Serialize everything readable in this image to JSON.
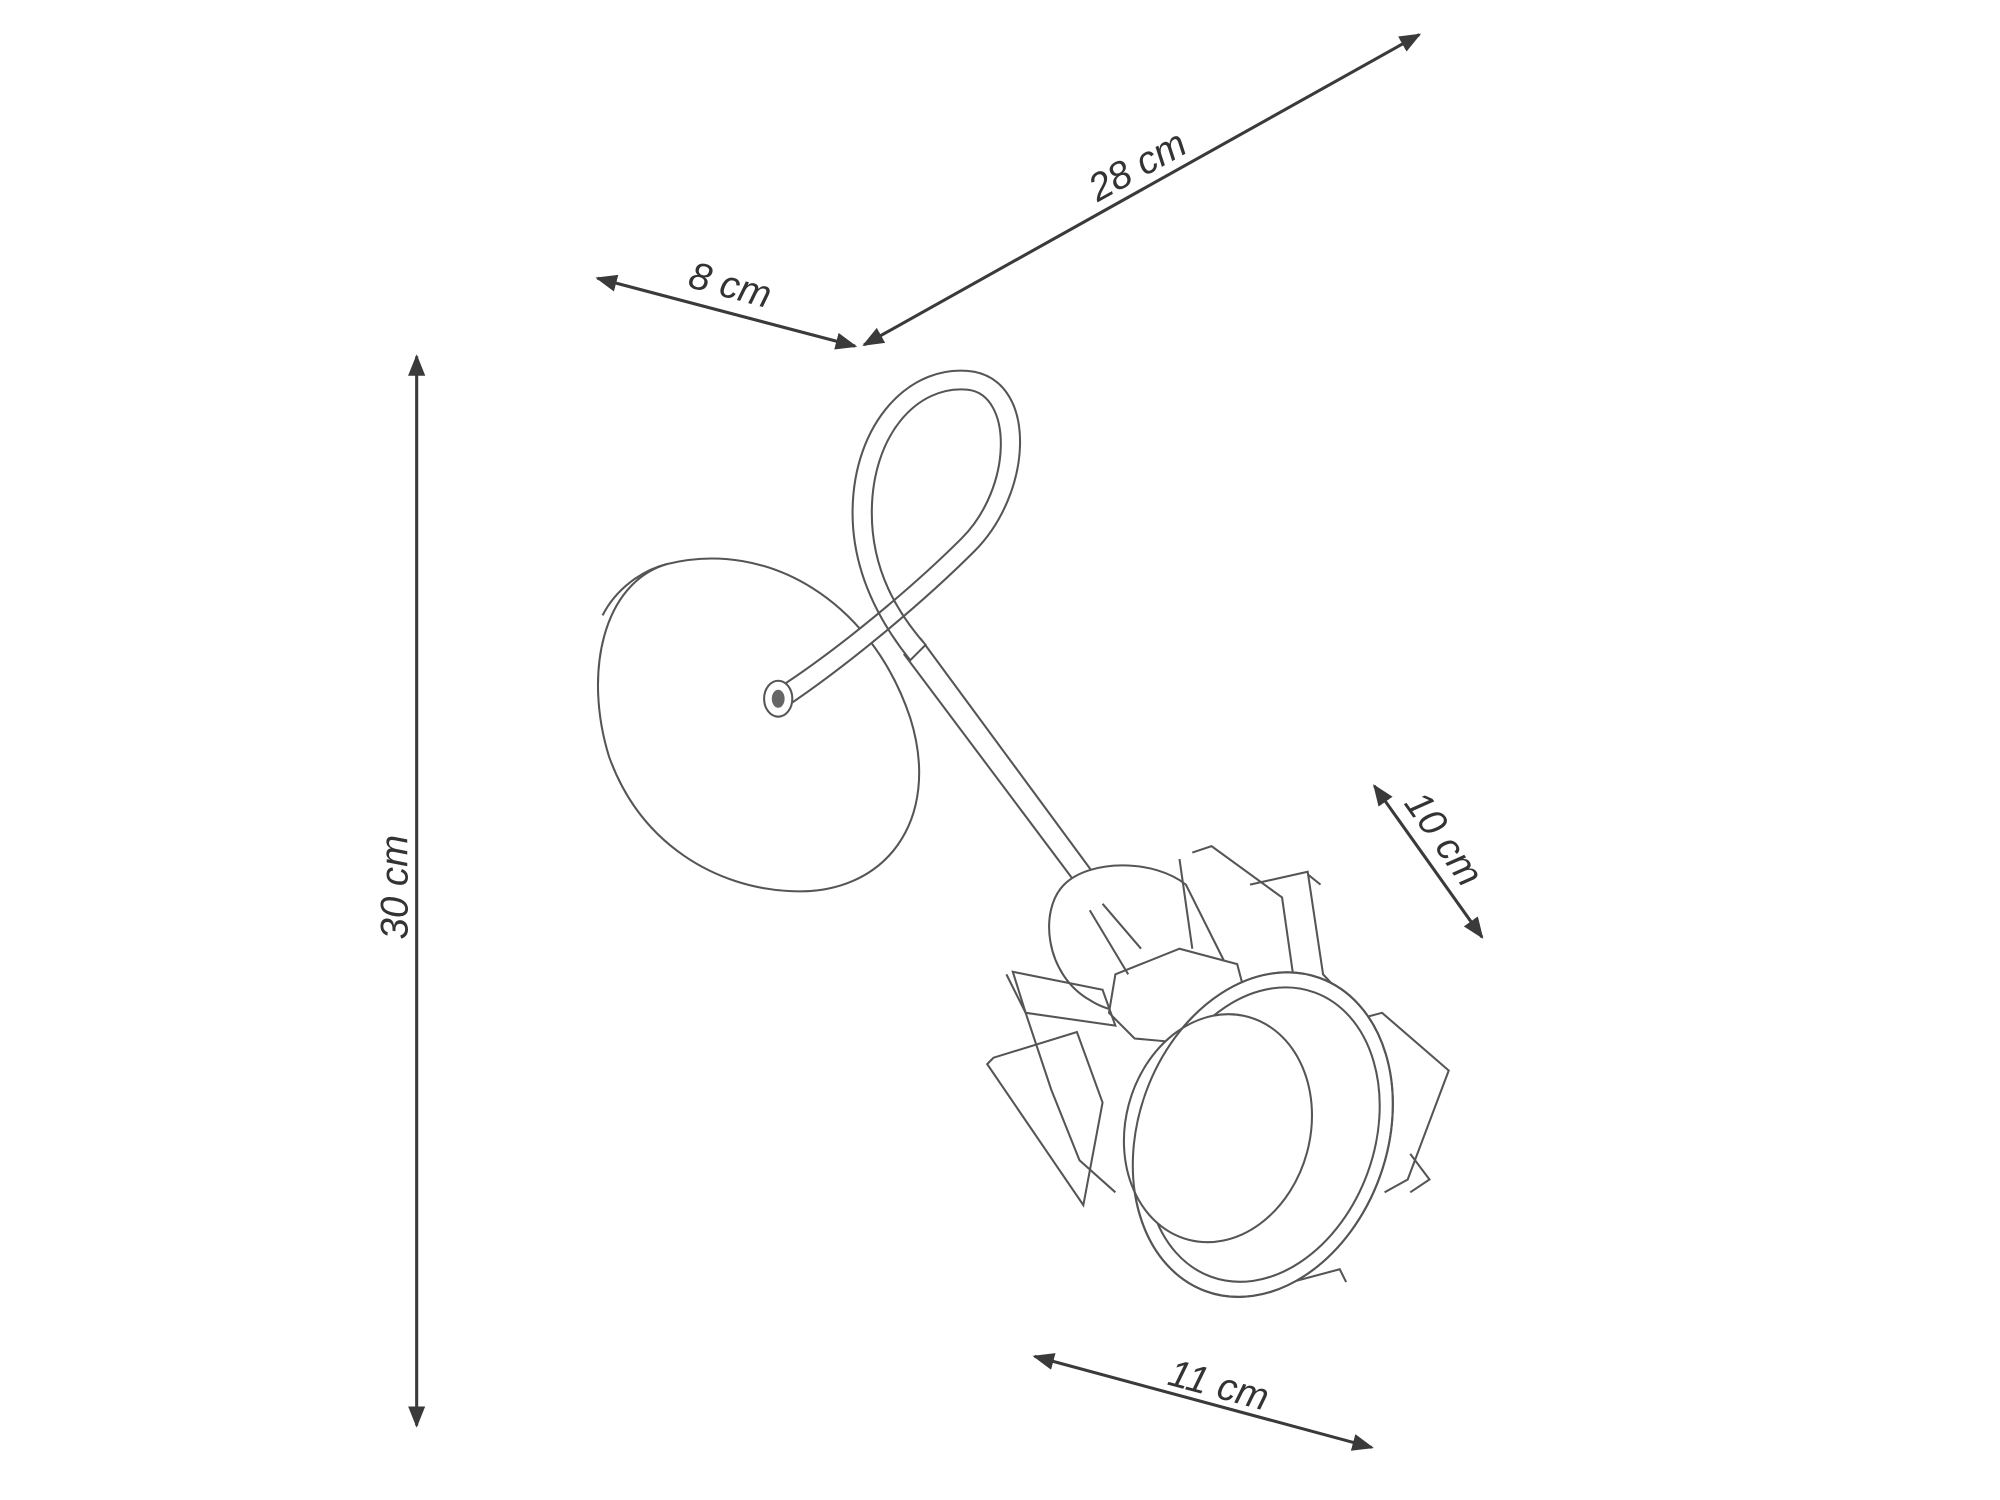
{
  "dimensions": {
    "height": "30 cm",
    "depth": "8 cm",
    "length": "28 cm",
    "shade_height": "10 cm",
    "shade_width": "11 cm"
  },
  "colors": {
    "line": "#555555",
    "arrow": "#3a3a3a",
    "background": "#ffffff"
  }
}
